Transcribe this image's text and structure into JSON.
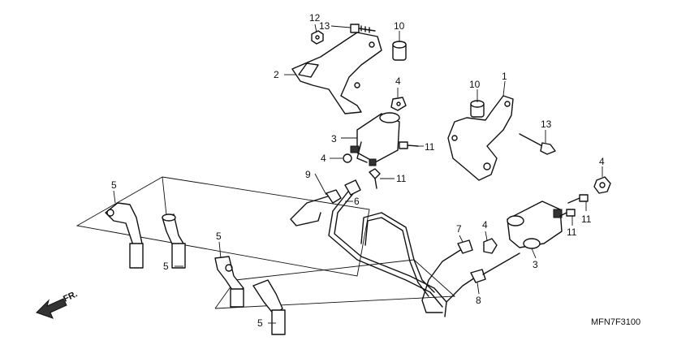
{
  "callouts": {
    "c1": "1",
    "c2": "2",
    "c3a": "3",
    "c3b": "3",
    "c4a": "4",
    "c4b": "4",
    "c4c": "4",
    "c4d": "4",
    "c5a": "5",
    "c5b": "5",
    "c5c": "5",
    "c5d": "5",
    "c6": "6",
    "c7": "7",
    "c8": "8",
    "c9": "9",
    "c10a": "10",
    "c10b": "10",
    "c11a": "11",
    "c11b": "11",
    "c11c": "11",
    "c11d": "11",
    "c12": "12",
    "c13a": "13",
    "c13b": "13"
  },
  "direction_label": "FR.",
  "diagram_code": "MFN7F3100"
}
